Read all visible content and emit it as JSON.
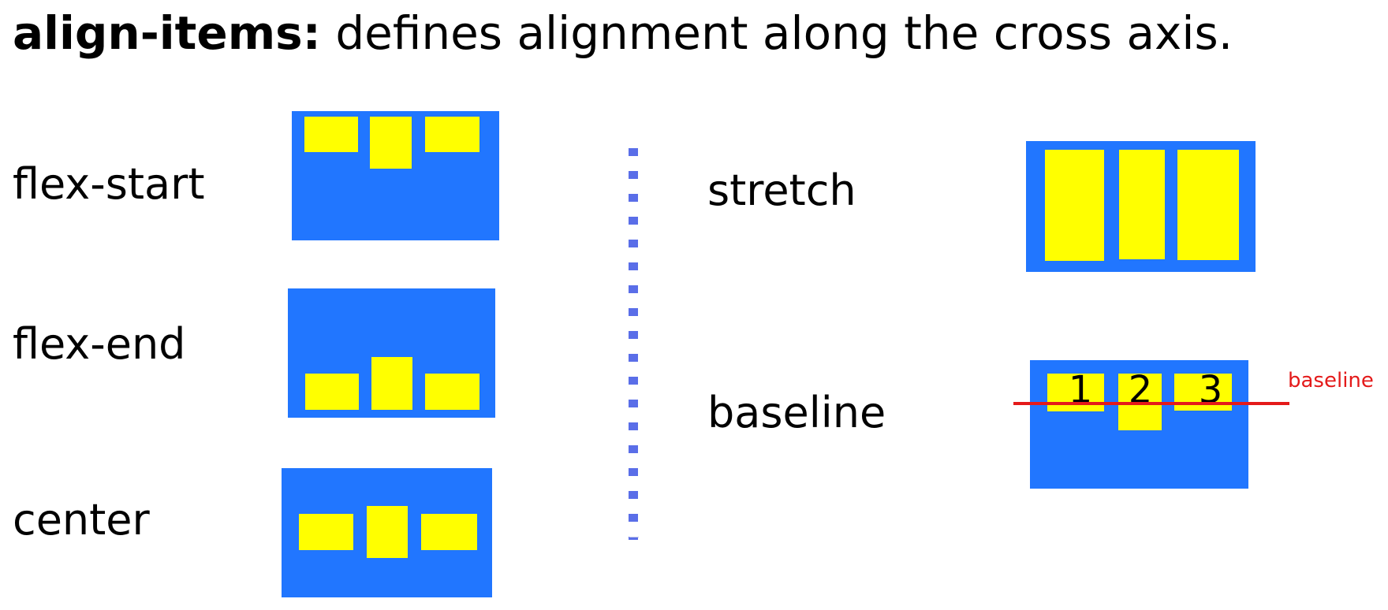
{
  "title": {
    "keyword": "align-items:",
    "description": " defines alignment along the cross axis."
  },
  "left_column": [
    {
      "label": "flex-start"
    },
    {
      "label": "flex-end"
    },
    {
      "label": "center"
    }
  ],
  "right_column": [
    {
      "label": "stretch"
    },
    {
      "label": "baseline",
      "item_numbers": [
        "1",
        "2",
        "3"
      ],
      "baseline_annotation": "baseline"
    }
  ],
  "colors": {
    "container": "#2176ff",
    "item": "#ffff00",
    "baseline_line": "#e41a1a",
    "divider": "#5a6ee8"
  }
}
